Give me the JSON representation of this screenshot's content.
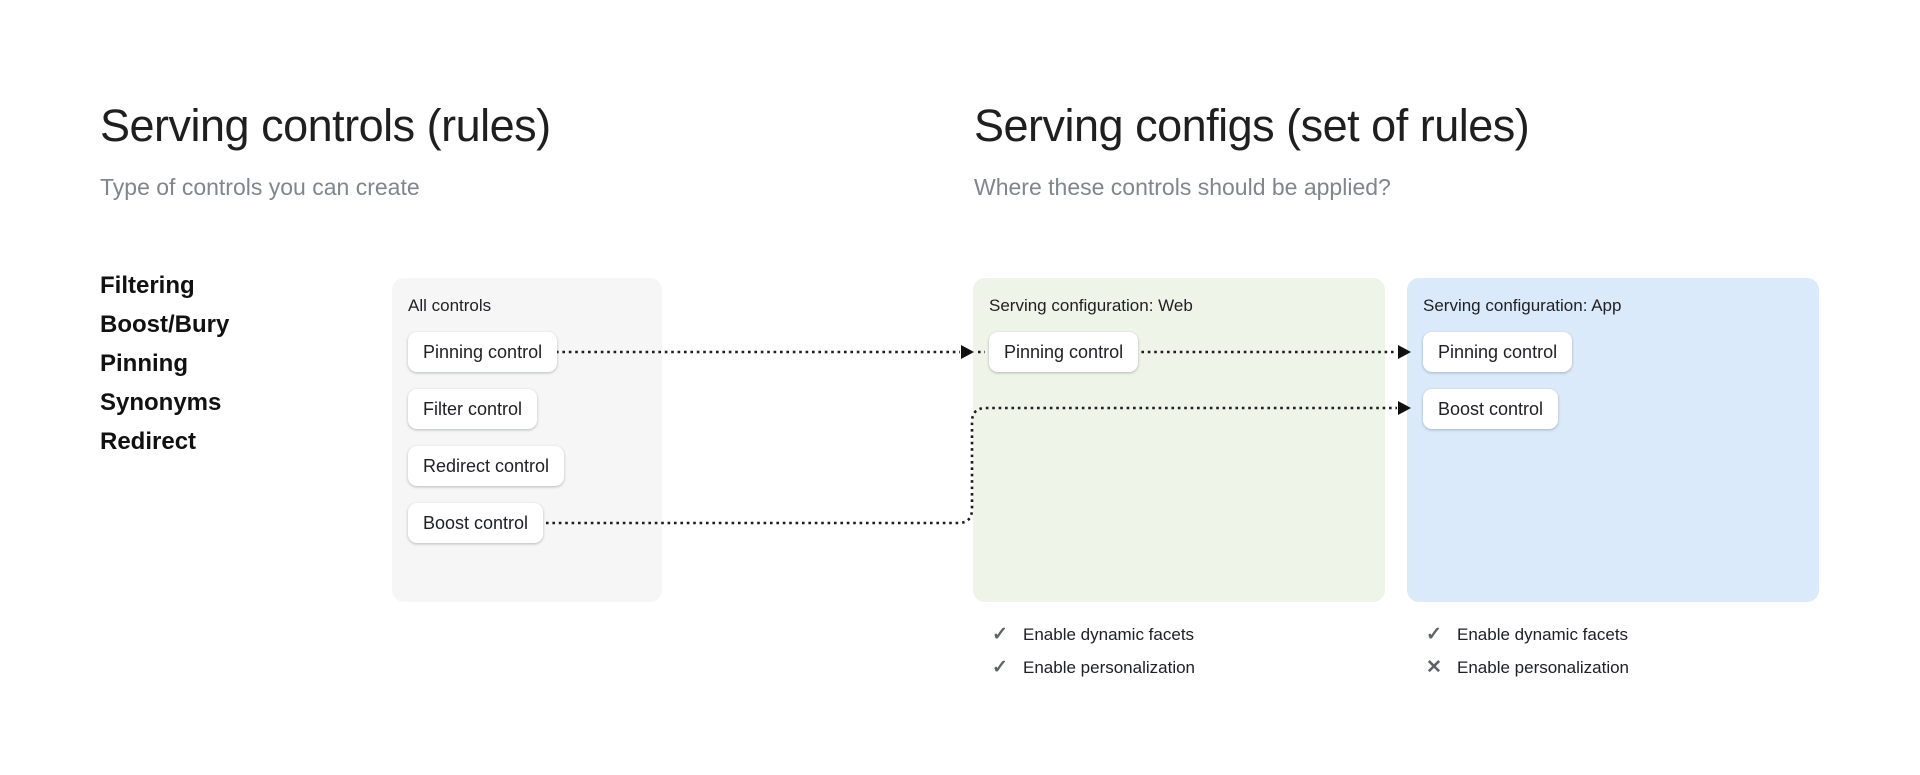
{
  "left_section": {
    "title": "Serving controls (rules)",
    "subtitle": "Type of controls you can create",
    "control_types": [
      "Filtering",
      "Boost/Bury",
      "Pinning",
      "Synonyms",
      "Redirect"
    ]
  },
  "right_section": {
    "title": "Serving configs (set of rules)",
    "subtitle": "Where these controls should be applied?"
  },
  "all_controls_card": {
    "label": "All controls",
    "controls": [
      "Pinning control",
      "Filter control",
      "Redirect control",
      "Boost control"
    ]
  },
  "web_config_card": {
    "label": "Serving configuration: Web",
    "controls": [
      "Pinning control"
    ],
    "features": [
      {
        "icon": "check",
        "label": "Enable dynamic facets"
      },
      {
        "icon": "check",
        "label": "Enable personalization"
      }
    ]
  },
  "app_config_card": {
    "label": "Serving configuration: App",
    "controls": [
      "Pinning control",
      "Boost control"
    ],
    "features": [
      {
        "icon": "check",
        "label": "Enable dynamic facets"
      },
      {
        "icon": "cross",
        "label": "Enable personalization"
      }
    ]
  },
  "icons": {
    "check": "✓",
    "cross": "✕"
  },
  "colors": {
    "neutral_card_bg": "#f6f6f6",
    "web_card_bg": "#eef4e8",
    "app_card_bg": "#dbeafa",
    "text_primary": "#202124",
    "text_secondary": "#80868b",
    "arrow": "#1c1c1c"
  }
}
